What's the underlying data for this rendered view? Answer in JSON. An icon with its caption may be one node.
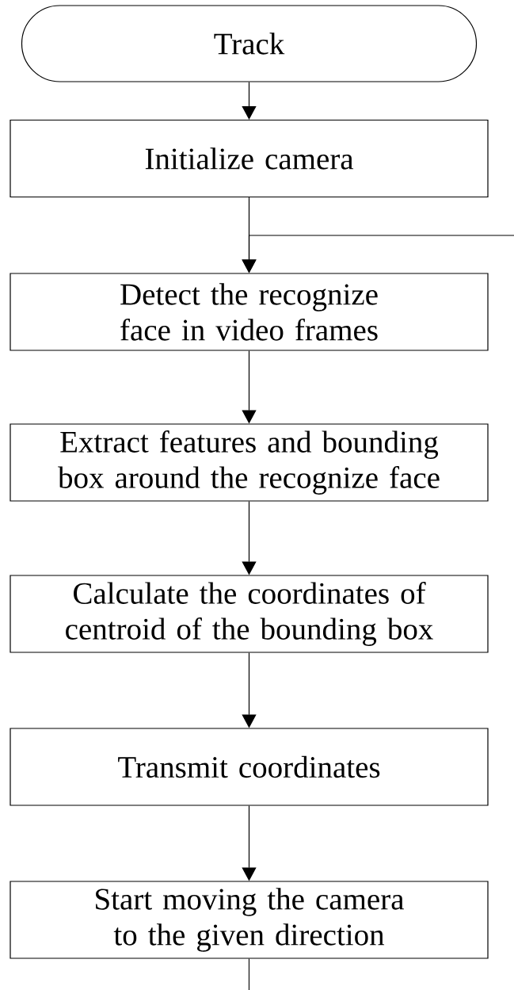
{
  "diagram": {
    "nodes": [
      {
        "text": [
          "Track"
        ]
      },
      {
        "text": [
          "Initialize camera"
        ]
      },
      {
        "text": [
          "Detect the recognize face in video frames"
        ]
      },
      {
        "text": [
          "Extract features and bounding box around the recognize face"
        ]
      },
      {
        "text": [
          "Calculate the coordinates of centroid of the bounding box"
        ]
      },
      {
        "text": [
          "Transmit coordinates"
        ]
      },
      {
        "text": [
          "Start moving the camera to the given direction"
        ]
      }
    ],
    "edges": [
      {
        "from": 0,
        "to": 1,
        "arrow": "to"
      },
      {
        "from": 1,
        "to": 2,
        "arrow": "to"
      },
      {
        "from": null,
        "to": 2,
        "arrow": "to"
      },
      {
        "from": 2,
        "to": 3,
        "arrow": "to"
      },
      {
        "from": 3,
        "to": 4,
        "arrow": "to"
      },
      {
        "from": 4,
        "to": 5,
        "arrow": "to"
      },
      {
        "from": 5,
        "to": 6,
        "arrow": "to"
      },
      {
        "from": 6,
        "to": null,
        "arrow": "none"
      }
    ]
  }
}
